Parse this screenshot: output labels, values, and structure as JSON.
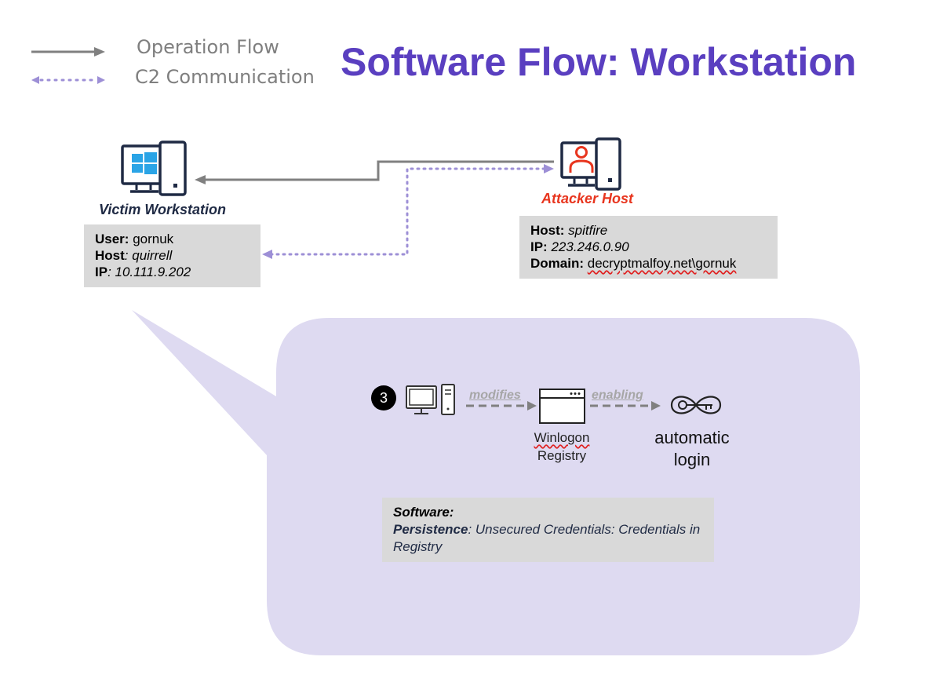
{
  "legend": {
    "operation_flow": "Operation Flow",
    "c2_communication": "C2 Communication"
  },
  "title": "Software Flow: Workstation",
  "victim": {
    "label": "Victim Workstation",
    "user_key": "User:",
    "user_val": " gornuk",
    "host_key": "Host",
    "host_sep": ": ",
    "host_val": "quirrell",
    "ip_key": "IP",
    "ip_val": ": 10.111.9.202"
  },
  "attacker": {
    "label": "Attacker Host",
    "host_key": "Host:",
    "host_val": " spitfire",
    "ip_key": "IP:",
    "ip_val": " 223.246.0.90",
    "domain_key": "Domain:",
    "domain_val": "decryptmalfoy.net\\gornuk"
  },
  "step": {
    "number": "3",
    "edge1": "modifies",
    "edge2": "enabling",
    "winlogon_line1": "Winlogon",
    "winlogon_line2": "Registry",
    "result_line1": "automatic",
    "result_line2": "login"
  },
  "software": {
    "heading": "Software:",
    "tactic": "Persistence",
    "technique": ": Unsecured Credentials: Credentials in Registry"
  },
  "colors": {
    "title": "#5a3fc0",
    "operation_flow": "#808080",
    "c2": "#9d8fd6",
    "attacker": "#e8351e",
    "victim_label": "#1f2a44",
    "bubble": "#dedaf1",
    "windows_blue": "#2aa4e6"
  },
  "icons": [
    "arrow-right-icon",
    "dotted-arrow-icon",
    "windows-workstation-icon",
    "attacker-monitor-icon",
    "desktop-computer-icon",
    "window-icon",
    "key-infinity-icon"
  ]
}
